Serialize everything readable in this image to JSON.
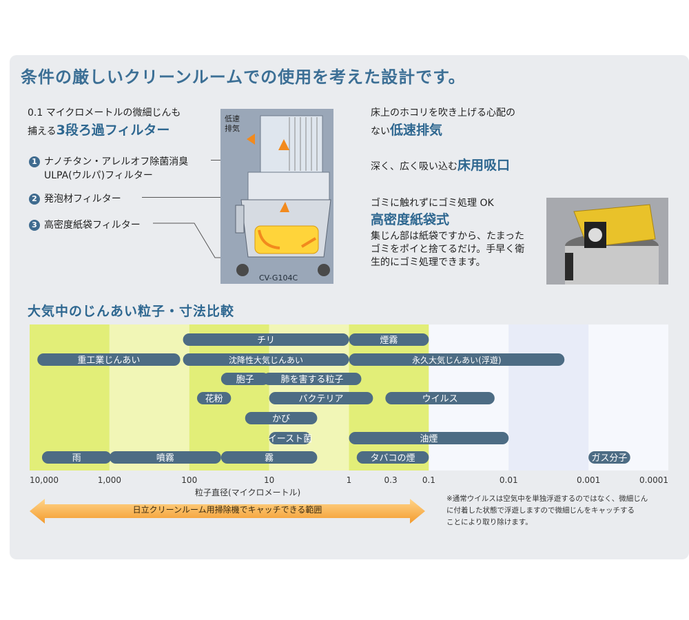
{
  "headline": "条件の厳しいクリーンルームでの使用を考えた設計です。",
  "filter": {
    "intro_line1": "0.1 マイクロメートルの微細じんも",
    "intro_line2_prefix": "捕える",
    "intro_line2_strong": "3段ろ過フィルター",
    "items": [
      {
        "num": "1",
        "line1": "ナノチタン・アレルオフ除菌消臭",
        "line2": "ULPA(ウルパ)フィルター"
      },
      {
        "num": "2",
        "line1": "発泡材フィルター"
      },
      {
        "num": "3",
        "line1": "高密度紙袋フィルター"
      }
    ]
  },
  "machine": {
    "model": "CV-G104C",
    "exhaust_label_1": "低速",
    "exhaust_label_2": "排気"
  },
  "features": {
    "exhaust_line": "床上のホコリを吹き上げる心配の",
    "exhaust_prefix": "ない",
    "exhaust_strong": "低速排気",
    "nozzle_prefix": "深く、広く吸い込む",
    "nozzle_strong": "床用吸口",
    "bag_line": "ゴミに触れずにゴミ処理 OK",
    "bag_strong": "高密度紙袋式",
    "bag_desc": [
      "集じん部は紙袋ですから、たまった",
      "ゴミをポイと捨てるだけ。手早く衛",
      "生的にゴミ処理できます。"
    ]
  },
  "section_title": "大気中のじんあい粒子・寸法比較",
  "chart_data": {
    "type": "range-bar",
    "xscale": "log",
    "x_unit": "マイクロメートル",
    "xlabel": "粒子直径(マイクロメートル)",
    "ticks": [
      {
        "value": 10000,
        "label": "10,000"
      },
      {
        "value": 1000,
        "label": "1,000"
      },
      {
        "value": 100,
        "label": "100"
      },
      {
        "value": 10,
        "label": "10"
      },
      {
        "value": 1,
        "label": "1"
      },
      {
        "value": 0.3,
        "label": "0.3"
      },
      {
        "value": 0.1,
        "label": "0.1"
      },
      {
        "value": 0.01,
        "label": "0.01"
      },
      {
        "value": 0.001,
        "label": "0.001"
      },
      {
        "value": 0.0001,
        "label": "0.0001"
      }
    ],
    "xlim": [
      10000,
      0.0001
    ],
    "bars": [
      {
        "label": "チリ",
        "from": 120,
        "to": 1.0,
        "row": 0
      },
      {
        "label": "煙霧",
        "from": 1.0,
        "to": 0.1,
        "row": 0
      },
      {
        "label": "重工業じんあい",
        "from": 8000,
        "to": 130,
        "row": 1
      },
      {
        "label": "沈降性大気じんあい",
        "from": 120,
        "to": 1.0,
        "row": 1
      },
      {
        "label": "永久大気じんあい(浮遊)",
        "from": 1.0,
        "to": 0.002,
        "row": 1
      },
      {
        "label": "胞子",
        "from": 40,
        "to": 10,
        "row": 2
      },
      {
        "label": "肺を害する粒子",
        "from": 12,
        "to": 0.7,
        "row": 2
      },
      {
        "label": "花粉",
        "from": 80,
        "to": 30,
        "row": 3
      },
      {
        "label": "バクテリア",
        "from": 10,
        "to": 0.5,
        "row": 3
      },
      {
        "label": "ウイルス",
        "from": 0.35,
        "to": 0.015,
        "row": 3
      },
      {
        "label": "かび",
        "from": 20,
        "to": 2.5,
        "row": 4
      },
      {
        "label": "イースト菌",
        "from": 10,
        "to": 3,
        "row": 5
      },
      {
        "label": "油煙",
        "from": 1.0,
        "to": 0.01,
        "row": 5
      },
      {
        "label": "雨",
        "from": 7000,
        "to": 950,
        "row": 6
      },
      {
        "label": "噴霧",
        "from": 1000,
        "to": 40,
        "row": 6
      },
      {
        "label": "霧",
        "from": 40,
        "to": 2.5,
        "row": 6
      },
      {
        "label": "タバコの煙",
        "from": 0.8,
        "to": 0.1,
        "row": 6
      },
      {
        "label": "ガス分子",
        "from": 0.001,
        "to": 0.0003,
        "row": 6
      }
    ],
    "catch_range": {
      "label": "日立クリーンルーム用掃除機でキャッチできる範囲",
      "from": 10000,
      "to": 0.1
    }
  },
  "note": [
    "※通常ウイルスは空気中を単独浮遊するのではなく、微細じん",
    "に付着した状態で浮遊しますので微細じんをキャッチする",
    "ことにより取り除けます。"
  ],
  "colors": {
    "title": "#3c6f95",
    "pill": "#4d6c84",
    "arrow": "#f6a13a",
    "band_yellow": "#e6f07f"
  }
}
